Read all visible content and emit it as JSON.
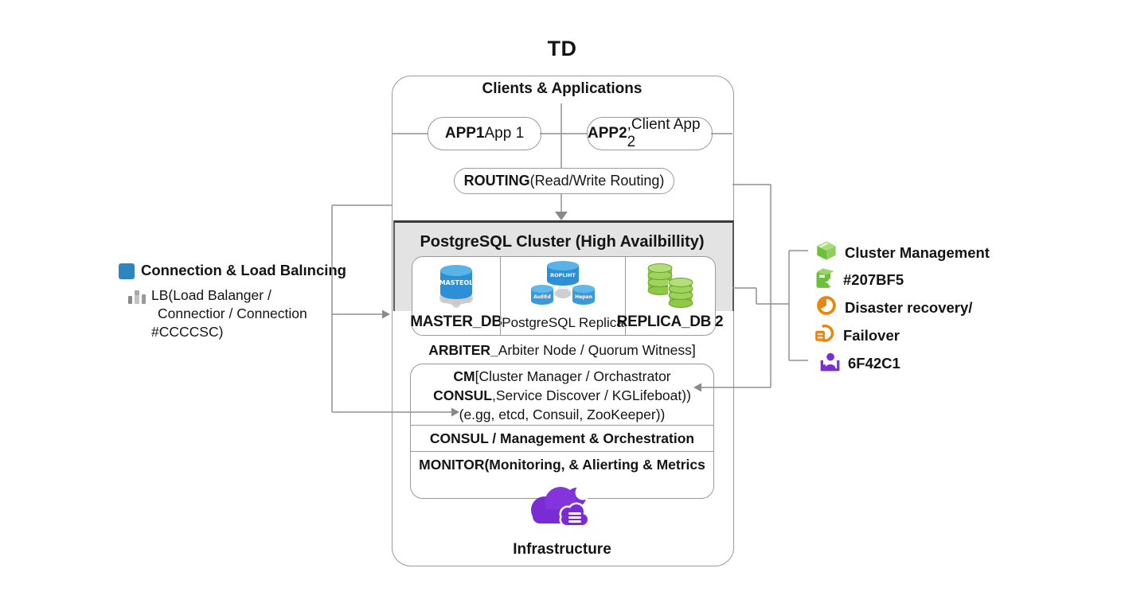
{
  "title": "TD",
  "clients": {
    "header": "Clients & Applications",
    "app1": {
      "bold": "APP1",
      "rest": " App 1"
    },
    "app2": {
      "bold": "APP2",
      "rest": ",Client App 2"
    },
    "routing": {
      "bold": "ROUTING",
      "rest": "(Read/Write Routing)"
    }
  },
  "cluster": {
    "header": "PostgreSQL Cluster (High Availbillity)",
    "nodes": [
      {
        "label": "MASTER_DB",
        "icon_text": "MASTEOL"
      },
      {
        "label": "PostgreSQL Replica",
        "icon_text_top": "ROPLIHT",
        "icon_text_left": "AuEEd",
        "icon_text_right": "Hepan"
      },
      {
        "label": "REPLICA_DB 2"
      }
    ],
    "arbiter": {
      "bold": "ARBITER_",
      "rest": "Arbiter Node / Quorum Witness]"
    },
    "cm": {
      "line1_bold": "CM",
      "line1_rest": "[Cluster Manager / Orchastrator",
      "line2_bold": "CONSUL",
      "line2_rest": ",Service Discover / KGLifeboat))",
      "line3": "(e.gg, etcd, Consuil, ZooKeeper))"
    },
    "consul_row": "CONSUL / Management & Orchestration",
    "monitor_row": "MONITOR(Monitoring, & Alierting & Metrics",
    "footer": "Infrastructure"
  },
  "legend_left": {
    "title": "Connection & Load Balıncing",
    "lb_line1": "LB(Load Balanger /",
    "lb_line2": "Connectior / Connection",
    "lb_line3": "#CCCCSC)"
  },
  "legend_right": {
    "items": [
      {
        "label": "Cluster Management",
        "icon": "cube-icon"
      },
      {
        "label": "#207BF5",
        "icon": "package-icon"
      },
      {
        "label": "Disaster recovery/",
        "icon": "clock-icon"
      },
      {
        "label": "Failover",
        "icon": "failover-icon"
      },
      {
        "label": "6F42C1",
        "icon": "user-icon"
      }
    ]
  },
  "colors": {
    "blue": "#2e86c1",
    "green": "#6fbf3e",
    "orange": "#e8860d",
    "purple": "#7a2fd0",
    "line": "#909090",
    "band": "#e3e3e3"
  }
}
